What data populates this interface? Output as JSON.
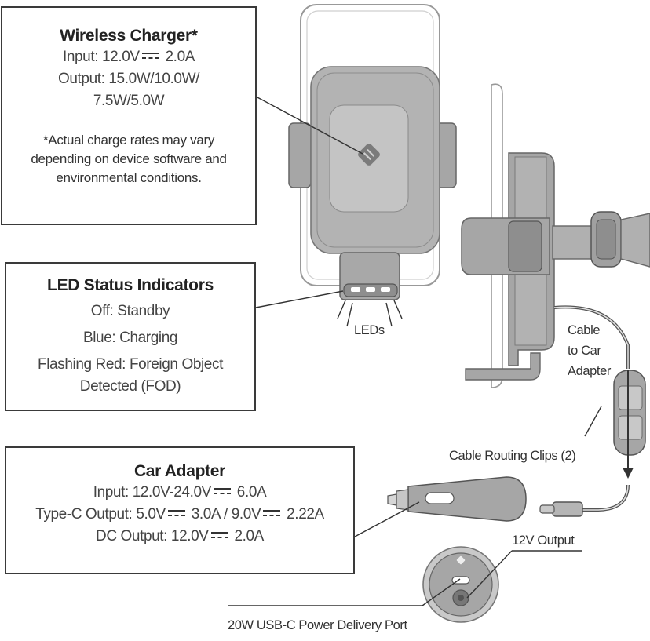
{
  "wireless_charger": {
    "title": "Wireless Charger*",
    "input_prefix": "Input: 12.0V",
    "input_suffix": " 2.0A",
    "output_line1": "Output: 15.0W/10.0W/",
    "output_line2": "7.5W/5.0W",
    "note_line1": "*Actual charge rates may vary",
    "note_line2": "depending on device software and",
    "note_line3": "environmental conditions."
  },
  "led_status": {
    "title": "LED Status Indicators",
    "line1": "Off: Standby",
    "line2": "Blue: Charging",
    "line3": "Flashing Red: Foreign Object",
    "line4": "Detected (FOD)"
  },
  "car_adapter": {
    "title": "Car Adapter",
    "input_prefix": "Input: 12.0V-24.0V",
    "input_suffix": " 6.0A",
    "typec_prefix": "Type-C Output: 5.0V",
    "typec_mid": " 3.0A / 9.0V",
    "typec_suffix": "  2.22A",
    "dc_prefix": "DC Output: 12.0V",
    "dc_suffix": " 2.0A"
  },
  "labels": {
    "leds": "LEDs",
    "cable_to_car_adapter_1": "Cable",
    "cable_to_car_adapter_2": "to Car",
    "cable_to_car_adapter_3": "Adapter",
    "cable_routing_clips": "Cable Routing Clips (2)",
    "twelve_v_output": "12V Output",
    "usb_c_port": "20W USB-C Power Delivery Port"
  },
  "colors": {
    "illustration_fill": "#a6a6a6",
    "illustration_dark": "#8e8e8e",
    "outline": "#555555",
    "box_border": "#3a3a3a"
  },
  "icons": [
    "dc-symbol-icon",
    "scosche-logo-icon"
  ]
}
